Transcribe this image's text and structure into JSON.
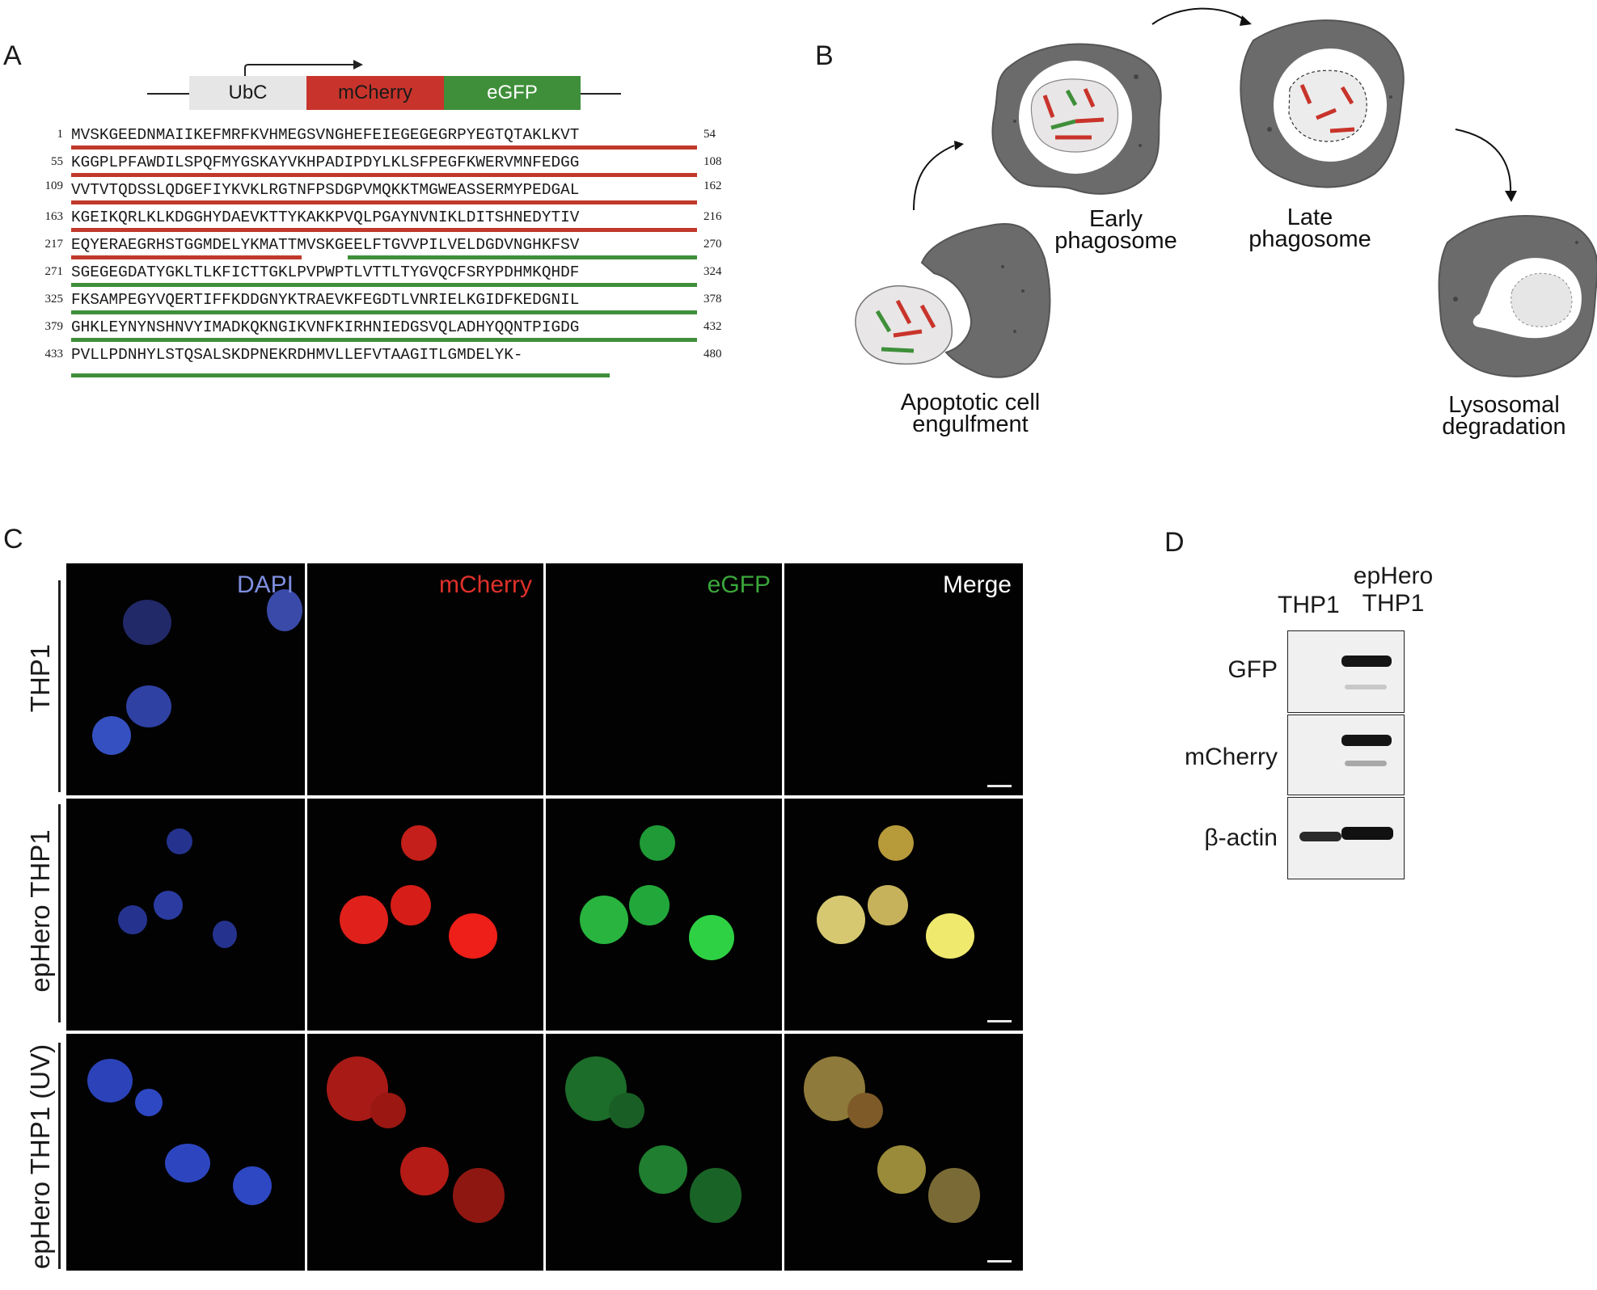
{
  "panels": {
    "a": "A",
    "b": "B",
    "c": "C",
    "d": "D"
  },
  "panel_a": {
    "construct": [
      "UbC",
      "mCherry",
      "eGFP"
    ],
    "colors": {
      "ubc": "#e6e6e6",
      "mcherry": "#c8342b",
      "egfp": "#3f8f3a"
    },
    "sequence_rows": [
      {
        "start": "1",
        "seq": "MVSKGEEDNMAIIKEFMRFKVHMEGSVNGHEFEIEGEGEGRPYEGTQTAKLKVT",
        "end": "54"
      },
      {
        "start": "55",
        "seq": "KGGPLPFAWDILSPQFMYGSKAYVKHPADIPDYLKLSFPEGFKWERVMNFEDGG",
        "end": "108"
      },
      {
        "start": "109",
        "seq": "VVTVTQDSSLQDGEFIYKVKLRGTNFPSDGPVMQKKTMGWEASSERMYPEDGAL",
        "end": "162"
      },
      {
        "start": "163",
        "seq": "KGEIKQRLKLKDGGHYDAEVKTTYKAKKPVQLPGAYNVNIKLDITSHNEDYTIV",
        "end": "216"
      },
      {
        "start": "217",
        "seq": "EQYERAEGRHSTGGMDELYKMATTMVSKGEELFTGVVPILVELDGDVNGHKFSV",
        "end": "270"
      },
      {
        "start": "271",
        "seq": "SGEGEGDATYGKLTLKFICTTGKLPVPWPTLVTTLTYGVQCFSRYPDHMKQHDF",
        "end": "324"
      },
      {
        "start": "325",
        "seq": "FKSAMPEGYVQERTIFFKDDGNYKTRAEVKFEGDTLVNRIELKGIDFKEDGNIL",
        "end": "378"
      },
      {
        "start": "379",
        "seq": "GHKLEYNYNSHNVYIMADKQKNGIKVNFKIRHNIEDGSVQLADHYQQNTPIGDG",
        "end": "432"
      },
      {
        "start": "433",
        "seq": "PVLLPDNHYLSTQSALSKDPNEKRDHMVLLEFVTAAGITLGMDELYK-",
        "end": "480"
      }
    ]
  },
  "panel_b": {
    "labels": {
      "engulfment": [
        "Apoptotic cell",
        "engulfment"
      ],
      "early": [
        "Early",
        "phagosome"
      ],
      "late": [
        "Late",
        "phagosome"
      ],
      "lysosomal": [
        "Lysosomal",
        "degradation"
      ]
    }
  },
  "panel_c": {
    "channels": [
      "DAPI",
      "mCherry",
      "eGFP",
      "Merge"
    ],
    "channel_colors": [
      "#7f8fe0",
      "#e0302a",
      "#3aa63a",
      "#ffffff"
    ],
    "rows": [
      "THP1",
      "epHero THP1",
      "epHero THP1 (UV)"
    ]
  },
  "panel_d": {
    "columns": {
      "col1": "THP1",
      "col2_line1": "epHero",
      "col2_line2": "THP1"
    },
    "blots": [
      "GFP",
      "mCherry",
      "β-actin"
    ]
  }
}
